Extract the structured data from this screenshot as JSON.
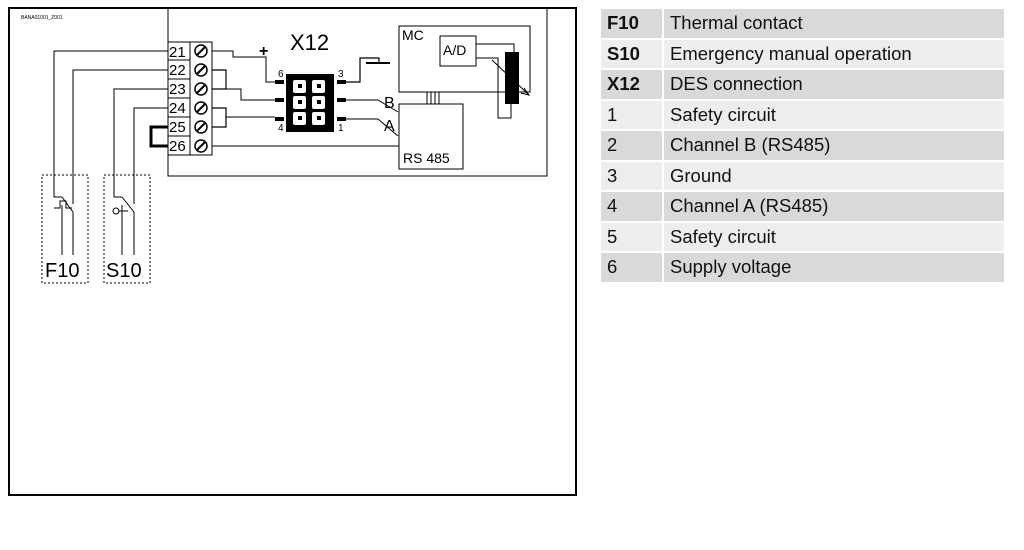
{
  "diagram": {
    "doc_id": "BANA01001_Z001",
    "connector": "X12",
    "plus_sign": "+",
    "terminals": [
      "21",
      "22",
      "23",
      "24",
      "25",
      "26"
    ],
    "pins": [
      "6",
      "3",
      "4",
      "1"
    ],
    "signals": [
      "B",
      "A"
    ],
    "blocks": {
      "mc": "MC",
      "ad": "A/D",
      "rs485": "RS 485"
    },
    "switches": [
      "F10",
      "S10"
    ]
  },
  "legend": [
    {
      "key": "F10",
      "desc": "Thermal contact",
      "bold": true
    },
    {
      "key": "S10",
      "desc": "Emergency manual operation",
      "bold": true
    },
    {
      "key": "X12",
      "desc": "DES connection",
      "bold": true
    },
    {
      "key": "1",
      "desc": "Safety circuit",
      "bold": false
    },
    {
      "key": "2",
      "desc": "Channel B (RS485)",
      "bold": false
    },
    {
      "key": "3",
      "desc": "Ground",
      "bold": false
    },
    {
      "key": "4",
      "desc": "Channel A (RS485)",
      "bold": false
    },
    {
      "key": "5",
      "desc": "Safety circuit",
      "bold": false
    },
    {
      "key": "6",
      "desc": "Supply voltage",
      "bold": false
    }
  ]
}
